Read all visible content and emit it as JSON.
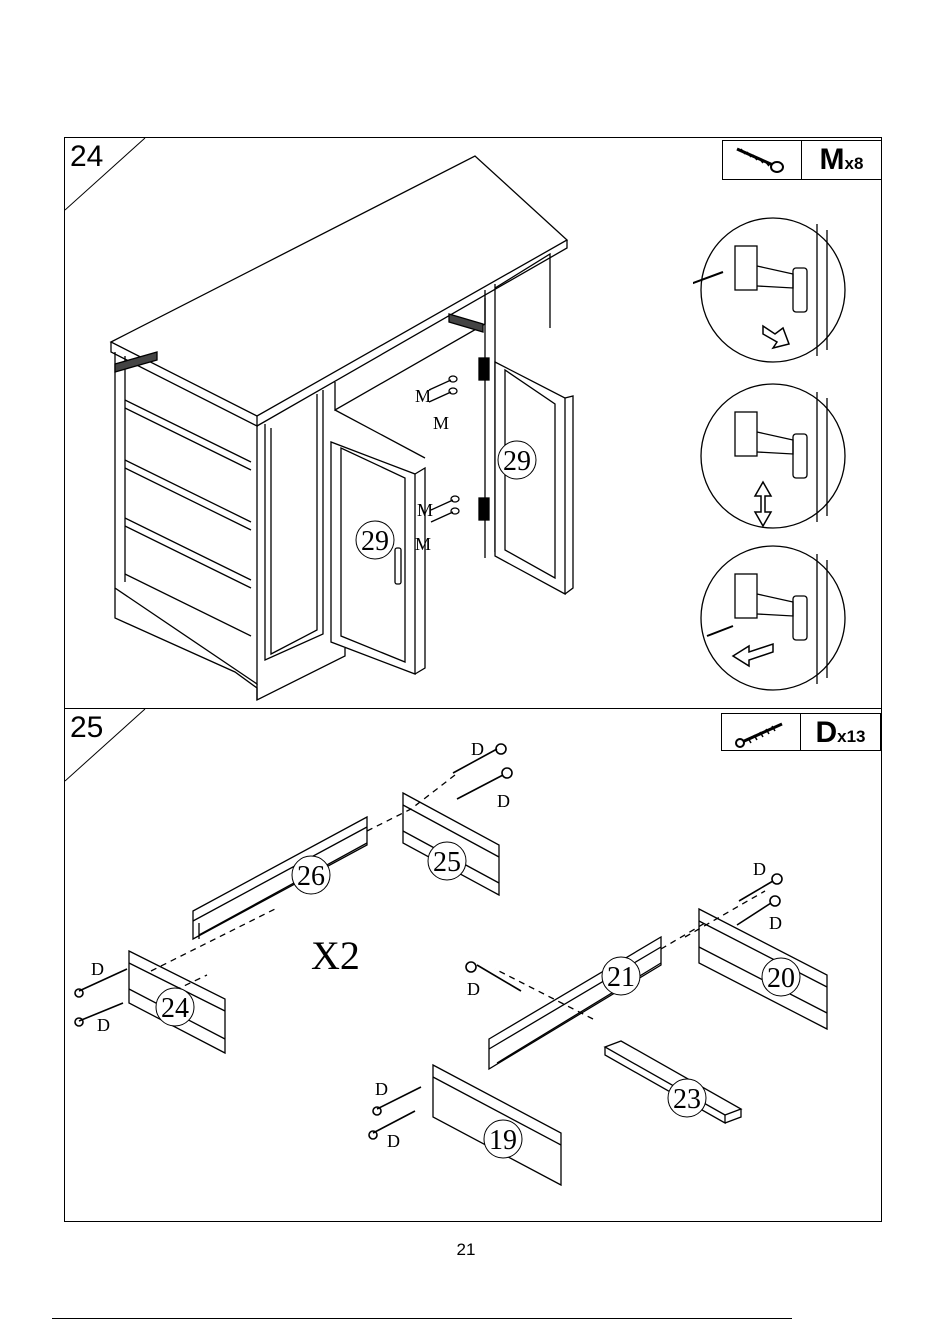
{
  "step24": {
    "number": "24",
    "hardware": {
      "letter": "M",
      "qty": "x8"
    },
    "callouts": [
      "M",
      "M",
      "M",
      "M"
    ],
    "part_labels": [
      "29",
      "29"
    ]
  },
  "step25": {
    "number": "25",
    "hardware": {
      "letter": "D",
      "qty": "x13"
    },
    "multiplier": "X2",
    "callouts": [
      "D",
      "D",
      "D",
      "D",
      "D",
      "D",
      "D",
      "D",
      "D"
    ],
    "part_labels": [
      "26",
      "25",
      "24",
      "21",
      "20",
      "23",
      "19"
    ]
  },
  "page_number": "21"
}
